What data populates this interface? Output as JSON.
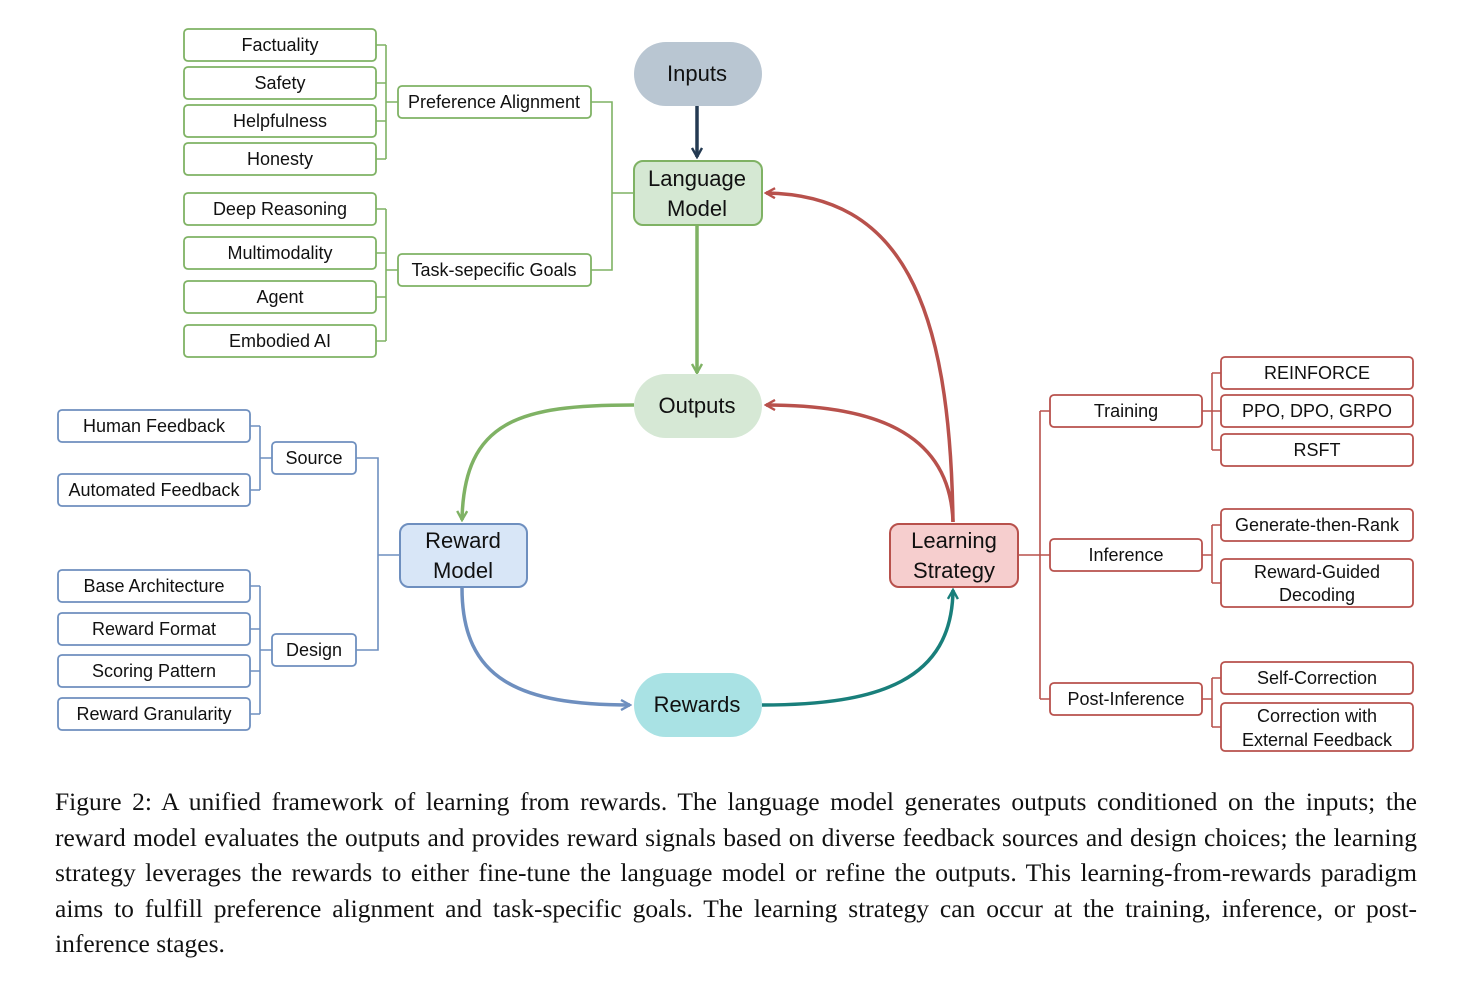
{
  "nodes": {
    "inputs": "Inputs",
    "language_model": [
      "Language",
      "Model"
    ],
    "outputs": "Outputs",
    "reward_model": [
      "Reward",
      "Model"
    ],
    "rewards": "Rewards",
    "learning_strategy": [
      "Learning",
      "Strategy"
    ]
  },
  "preference_alignment": {
    "label": "Preference Alignment",
    "items": [
      "Factuality",
      "Safety",
      "Helpfulness",
      "Honesty"
    ]
  },
  "task_goals": {
    "label": "Task-sepecific Goals",
    "items": [
      "Deep Reasoning",
      "Multimodality",
      "Agent",
      "Embodied AI"
    ]
  },
  "source": {
    "label": "Source",
    "items": [
      "Human Feedback",
      "Automated Feedback"
    ]
  },
  "design": {
    "label": "Design",
    "items": [
      "Base Architecture",
      "Reward Format",
      "Scoring Pattern",
      "Reward Granularity"
    ]
  },
  "training": {
    "label": "Training",
    "items": [
      "REINFORCE",
      "PPO, DPO, GRPO",
      "RSFT"
    ]
  },
  "inference": {
    "label": "Inference",
    "items": [
      "Generate-then-Rank",
      [
        "Reward-Guided",
        "Decoding"
      ]
    ]
  },
  "post_inference": {
    "label": "Post-Inference",
    "items": [
      "Self-Correction",
      [
        "Correction with",
        "External Feedback"
      ]
    ]
  },
  "colors": {
    "green": "#7fb264",
    "blue": "#6e8fbf",
    "red": "#b8514c",
    "navy": "#243a52",
    "teal": "#197f7b"
  },
  "caption": "Figure 2: A unified framework of learning from rewards. The language model generates outputs conditioned on the inputs; the reward model evaluates the outputs and provides reward signals based on diverse feedback sources and design choices; the learning strategy leverages the rewards to either fine-tune the language model or refine the outputs. This learning-from-rewards paradigm aims to fulfill preference alignment and task-specific goals. The learning strategy can occur at the training, inference, or post-inference stages."
}
